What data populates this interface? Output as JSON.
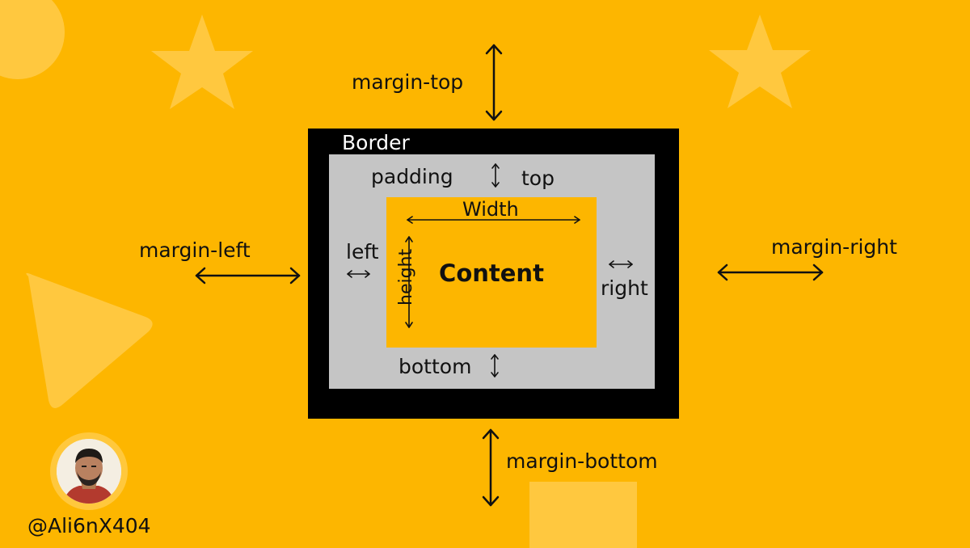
{
  "colors": {
    "background": "#FDB600",
    "border": "#000000",
    "padding": "#C5C5C5",
    "content": "#FDB600",
    "text": "#111111",
    "decor": "#FFCB4A"
  },
  "labels": {
    "margin_top": "margin-top",
    "margin_bottom": "margin-bottom",
    "margin_left": "margin-left",
    "margin_right": "margin-right",
    "border": "Border",
    "padding": "padding",
    "padding_top": "top",
    "padding_left": "left",
    "padding_right": "right",
    "padding_bottom": "bottom",
    "width": "Width",
    "height": "height",
    "content": "Content"
  },
  "author": {
    "handle": "@Ali6nX404"
  },
  "icons": [
    "star-icon",
    "circle-shape",
    "triangle-shape",
    "square-shape",
    "double-arrow-icon",
    "avatar-photo"
  ]
}
